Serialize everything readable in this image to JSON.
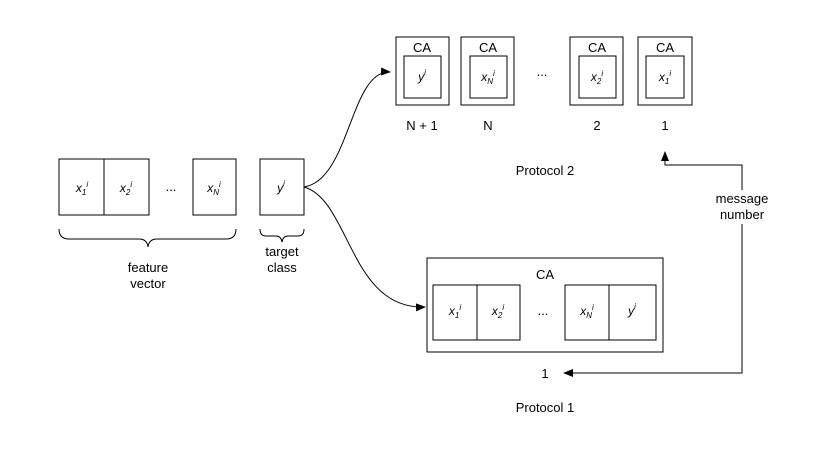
{
  "feature_vector": {
    "cells": [
      {
        "base": "x",
        "sub": "1",
        "sup": "i"
      },
      {
        "base": "x",
        "sub": "2",
        "sup": "i"
      },
      {
        "base": "x",
        "sub": "N",
        "sup": "i"
      }
    ],
    "ellipsis": "...",
    "label_line1": "feature",
    "label_line2": "vector"
  },
  "target": {
    "cell": {
      "base": "y",
      "sup": "i"
    },
    "label_line1": "target",
    "label_line2": "class"
  },
  "protocol2": {
    "title": "Protocol 2",
    "ca_label": "CA",
    "ellipsis": "...",
    "messages": [
      {
        "number": "N + 1",
        "content": {
          "base": "y",
          "sub": "",
          "sup": "i"
        }
      },
      {
        "number": "N",
        "content": {
          "base": "x",
          "sub": "N",
          "sup": "i"
        }
      },
      {
        "number": "2",
        "content": {
          "base": "x",
          "sub": "2",
          "sup": "i"
        }
      },
      {
        "number": "1",
        "content": {
          "base": "x",
          "sub": "1",
          "sup": "i"
        }
      }
    ]
  },
  "protocol1": {
    "title": "Protocol 1",
    "ca_label": "CA",
    "ellipsis": "...",
    "cells": [
      {
        "base": "x",
        "sub": "1",
        "sup": "i"
      },
      {
        "base": "x",
        "sub": "2",
        "sup": "i"
      },
      {
        "base": "x",
        "sub": "N",
        "sup": "i"
      },
      {
        "base": "y",
        "sub": "",
        "sup": "i"
      }
    ],
    "message_number": "1"
  },
  "message_number_label": {
    "line1": "message",
    "line2": "number"
  }
}
